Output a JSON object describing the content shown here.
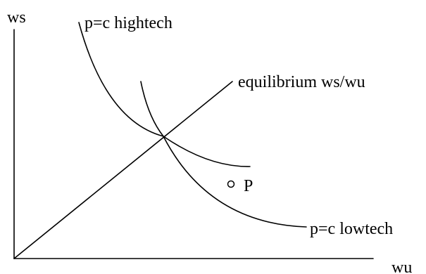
{
  "diagram": {
    "y_axis_label": "ws",
    "x_axis_label": "wu",
    "hightech_curve_label": "p=c hightech",
    "lowtech_curve_label": "p=c lowtech",
    "equilibrium_ray_label": "equilibrium ws/wu",
    "point_label": "P"
  }
}
